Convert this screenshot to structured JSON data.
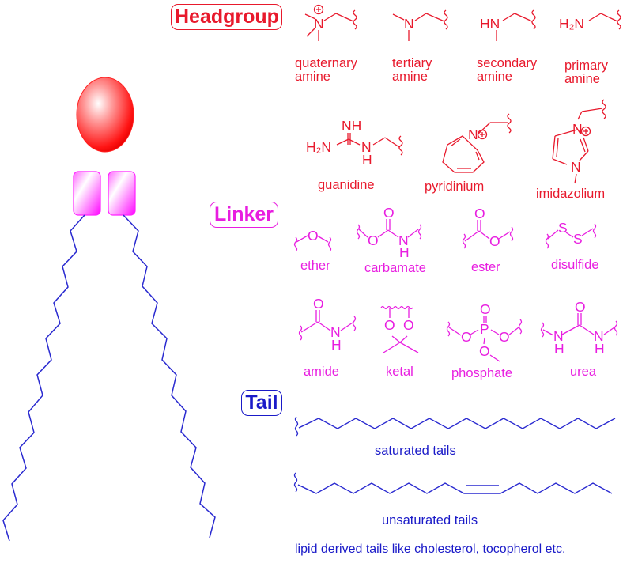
{
  "sections": {
    "headgroup": {
      "title": "Headgroup",
      "color": "#e8192c",
      "items": [
        {
          "name_line1": "quaternary",
          "name_line2": "amine",
          "structure": "N+(CH3)3-CH2-R",
          "atoms": {
            "n": "N",
            "charge": "+"
          }
        },
        {
          "name_line1": "tertiary",
          "name_line2": "amine",
          "structure": "N(CH3)2-CH2-R",
          "atoms": {
            "n": "N"
          }
        },
        {
          "name_line1": "secondary",
          "name_line2": "amine",
          "structure": "HN(CH3)-CH2-R",
          "atoms": {
            "n": "HN"
          }
        },
        {
          "name_line1": "primary",
          "name_line2": "amine",
          "structure": "H2N-CH2-R",
          "atoms": {
            "n": "H₂N"
          }
        },
        {
          "name_line1": "guanidine",
          "structure": "H2N-C(=NH)-NH-CH2-R",
          "atoms": {
            "nh_top": "NH",
            "h2n": "H₂N",
            "n": "N",
            "h": "H"
          }
        },
        {
          "name_line1": "pyridinium",
          "structure": "C5H5N+-CH2-R",
          "atoms": {
            "n": "N",
            "charge": "+"
          }
        },
        {
          "name_line1": "imidazolium",
          "structure": "imidazolium-N+-CH2-R",
          "atoms": {
            "n1": "N",
            "n2": "N",
            "charge": "+"
          }
        }
      ]
    },
    "linker": {
      "title": "Linker",
      "color": "#e81ee0",
      "items": [
        {
          "name": "ether",
          "atoms": {
            "o": "O"
          }
        },
        {
          "name": "carbamate",
          "atoms": {
            "o_top": "O",
            "o": "O",
            "n": "N",
            "h": "H"
          }
        },
        {
          "name": "ester",
          "atoms": {
            "o_top": "O",
            "o": "O"
          }
        },
        {
          "name": "disulfide",
          "atoms": {
            "s1": "S",
            "s2": "S"
          }
        },
        {
          "name": "amide",
          "atoms": {
            "o_top": "O",
            "n": "N",
            "h": "H"
          }
        },
        {
          "name": "ketal",
          "atoms": {
            "o1": "O",
            "o2": "O"
          }
        },
        {
          "name": "phosphate",
          "atoms": {
            "o_top": "O",
            "p": "P",
            "o1": "O",
            "o2": "O",
            "o3": "O"
          }
        },
        {
          "name": "urea",
          "atoms": {
            "o_top": "O",
            "n1": "N",
            "h1": "H",
            "n2": "N",
            "h2": "H"
          }
        }
      ]
    },
    "tail": {
      "title": "Tail",
      "color": "#1a1ac8",
      "items": [
        {
          "name": "saturated tails"
        },
        {
          "name": "unsaturated tails"
        },
        {
          "name": "lipid derived tails like cholesterol, tocopherol etc."
        }
      ]
    }
  },
  "lipid_cartoon": {
    "head_color": "#ff1a1a",
    "linker_color": "#ff33ff",
    "tail_color": "#2a2ad0"
  }
}
